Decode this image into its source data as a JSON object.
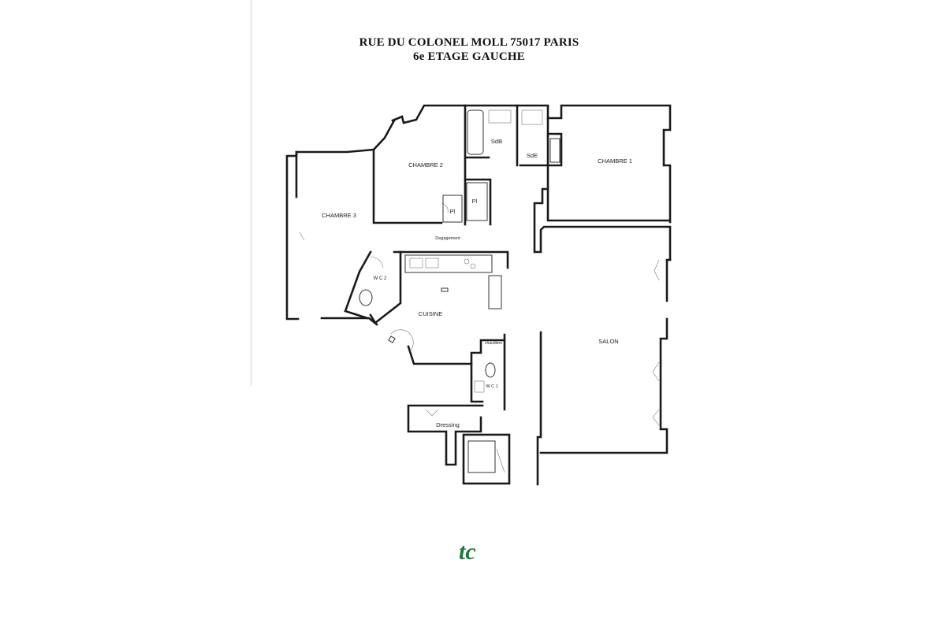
{
  "header": {
    "address": "RUE DU COLONEL MOLL 75017 PARIS",
    "floor": "6e ETAGE GAUCHE"
  },
  "rooms": {
    "chambre1": "CHAMBRE 1",
    "chambre2": "CHAMBRE 2",
    "chambre3": "CHAMBRE 3",
    "sdb": "SdB",
    "sde": "SdE",
    "pl1": "Pl",
    "pl2": "Pl",
    "degagement": "Degagement",
    "wc2": "W C 2",
    "cuisine": "CUISINE",
    "salon": "SALON",
    "chaudiere": "chaudiere",
    "wc1": "W C 1",
    "dressing": "Dressing"
  },
  "logo": {
    "text": "tc",
    "color": "#1a7a3a"
  }
}
